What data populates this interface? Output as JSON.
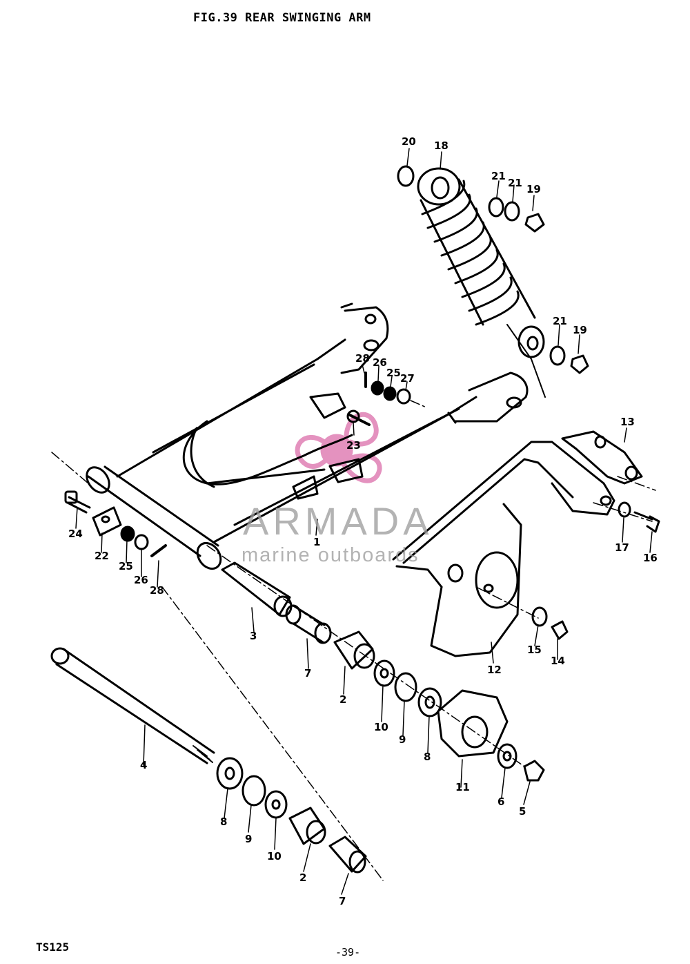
{
  "header": {
    "title": "FIG.39  REAR SWINGING ARM"
  },
  "footer": {
    "model": "TS125",
    "page": "-39-"
  },
  "watermark": {
    "brand": "ARMADA",
    "tagline": "marine outboards",
    "logo_color": "#e07fb4"
  },
  "callouts": [
    "1",
    "2",
    "2",
    "3",
    "4",
    "5",
    "6",
    "7",
    "7",
    "8",
    "8",
    "9",
    "9",
    "10",
    "10",
    "11",
    "12",
    "13",
    "14",
    "15",
    "16",
    "17",
    "18",
    "19",
    "19",
    "20",
    "21",
    "21",
    "21",
    "22",
    "23",
    "24",
    "25",
    "25",
    "26",
    "26",
    "27",
    "28",
    "28"
  ]
}
